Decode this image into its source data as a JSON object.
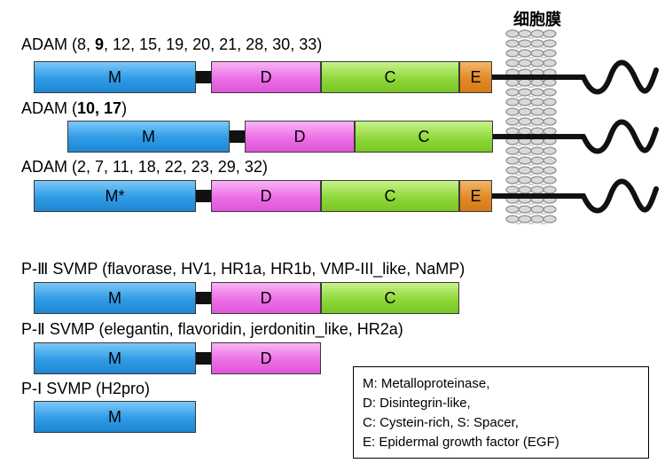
{
  "membrane_label": "细胞膜",
  "rows": [
    {
      "label_parts": [
        {
          "text": "ADAM (8, ",
          "bold": false
        },
        {
          "text": "9",
          "bold": true
        },
        {
          "text": ", 12, 15, 19, 20, 21, 28, 30, 33)",
          "bold": false
        }
      ],
      "domains": [
        "M",
        "D",
        "C",
        "E"
      ]
    },
    {
      "label_parts": [
        {
          "text": "ADAM (",
          "bold": false
        },
        {
          "text": "10",
          "bold": true
        },
        {
          "text": ", ",
          "bold": true
        },
        {
          "text": "17",
          "bold": true
        },
        {
          "text": ")",
          "bold": false
        }
      ],
      "domains": [
        "M",
        "D",
        "C"
      ]
    },
    {
      "label_parts": [
        {
          "text": "ADAM (2, 7, 11, 18, 22, 23, 29, 32)",
          "bold": false
        }
      ],
      "domains": [
        "M*",
        "D",
        "C",
        "E"
      ]
    },
    {
      "label_parts": [
        {
          "text": "P-Ⅲ SVMP (flavorase, HV1, HR1a, HR1b, VMP-III_like, NaMP)",
          "bold": false
        }
      ],
      "domains": [
        "M",
        "D",
        "C"
      ]
    },
    {
      "label_parts": [
        {
          "text": "P-Ⅱ SVMP (elegantin, flavoridin, jerdonitin_like, HR2a)",
          "bold": false
        }
      ],
      "domains": [
        "M",
        "D"
      ]
    },
    {
      "label_parts": [
        {
          "text": "P-Ⅰ SVMP (H2pro)",
          "bold": false
        }
      ],
      "domains": [
        "M"
      ]
    }
  ],
  "legend": [
    "M: Metalloproteinase,",
    "D: Disintegrin-like,",
    "C: Cystein-rich, S: Spacer,",
    "E: Epidermal growth factor (EGF)"
  ],
  "colors": {
    "metalloproteinase": "#2f9be6",
    "disintegrin": "#ec6fe6",
    "cysteine_rich": "#8fd83a",
    "egf": "#e08a27",
    "linker": "#111111",
    "membrane": "#a9a9a9"
  }
}
